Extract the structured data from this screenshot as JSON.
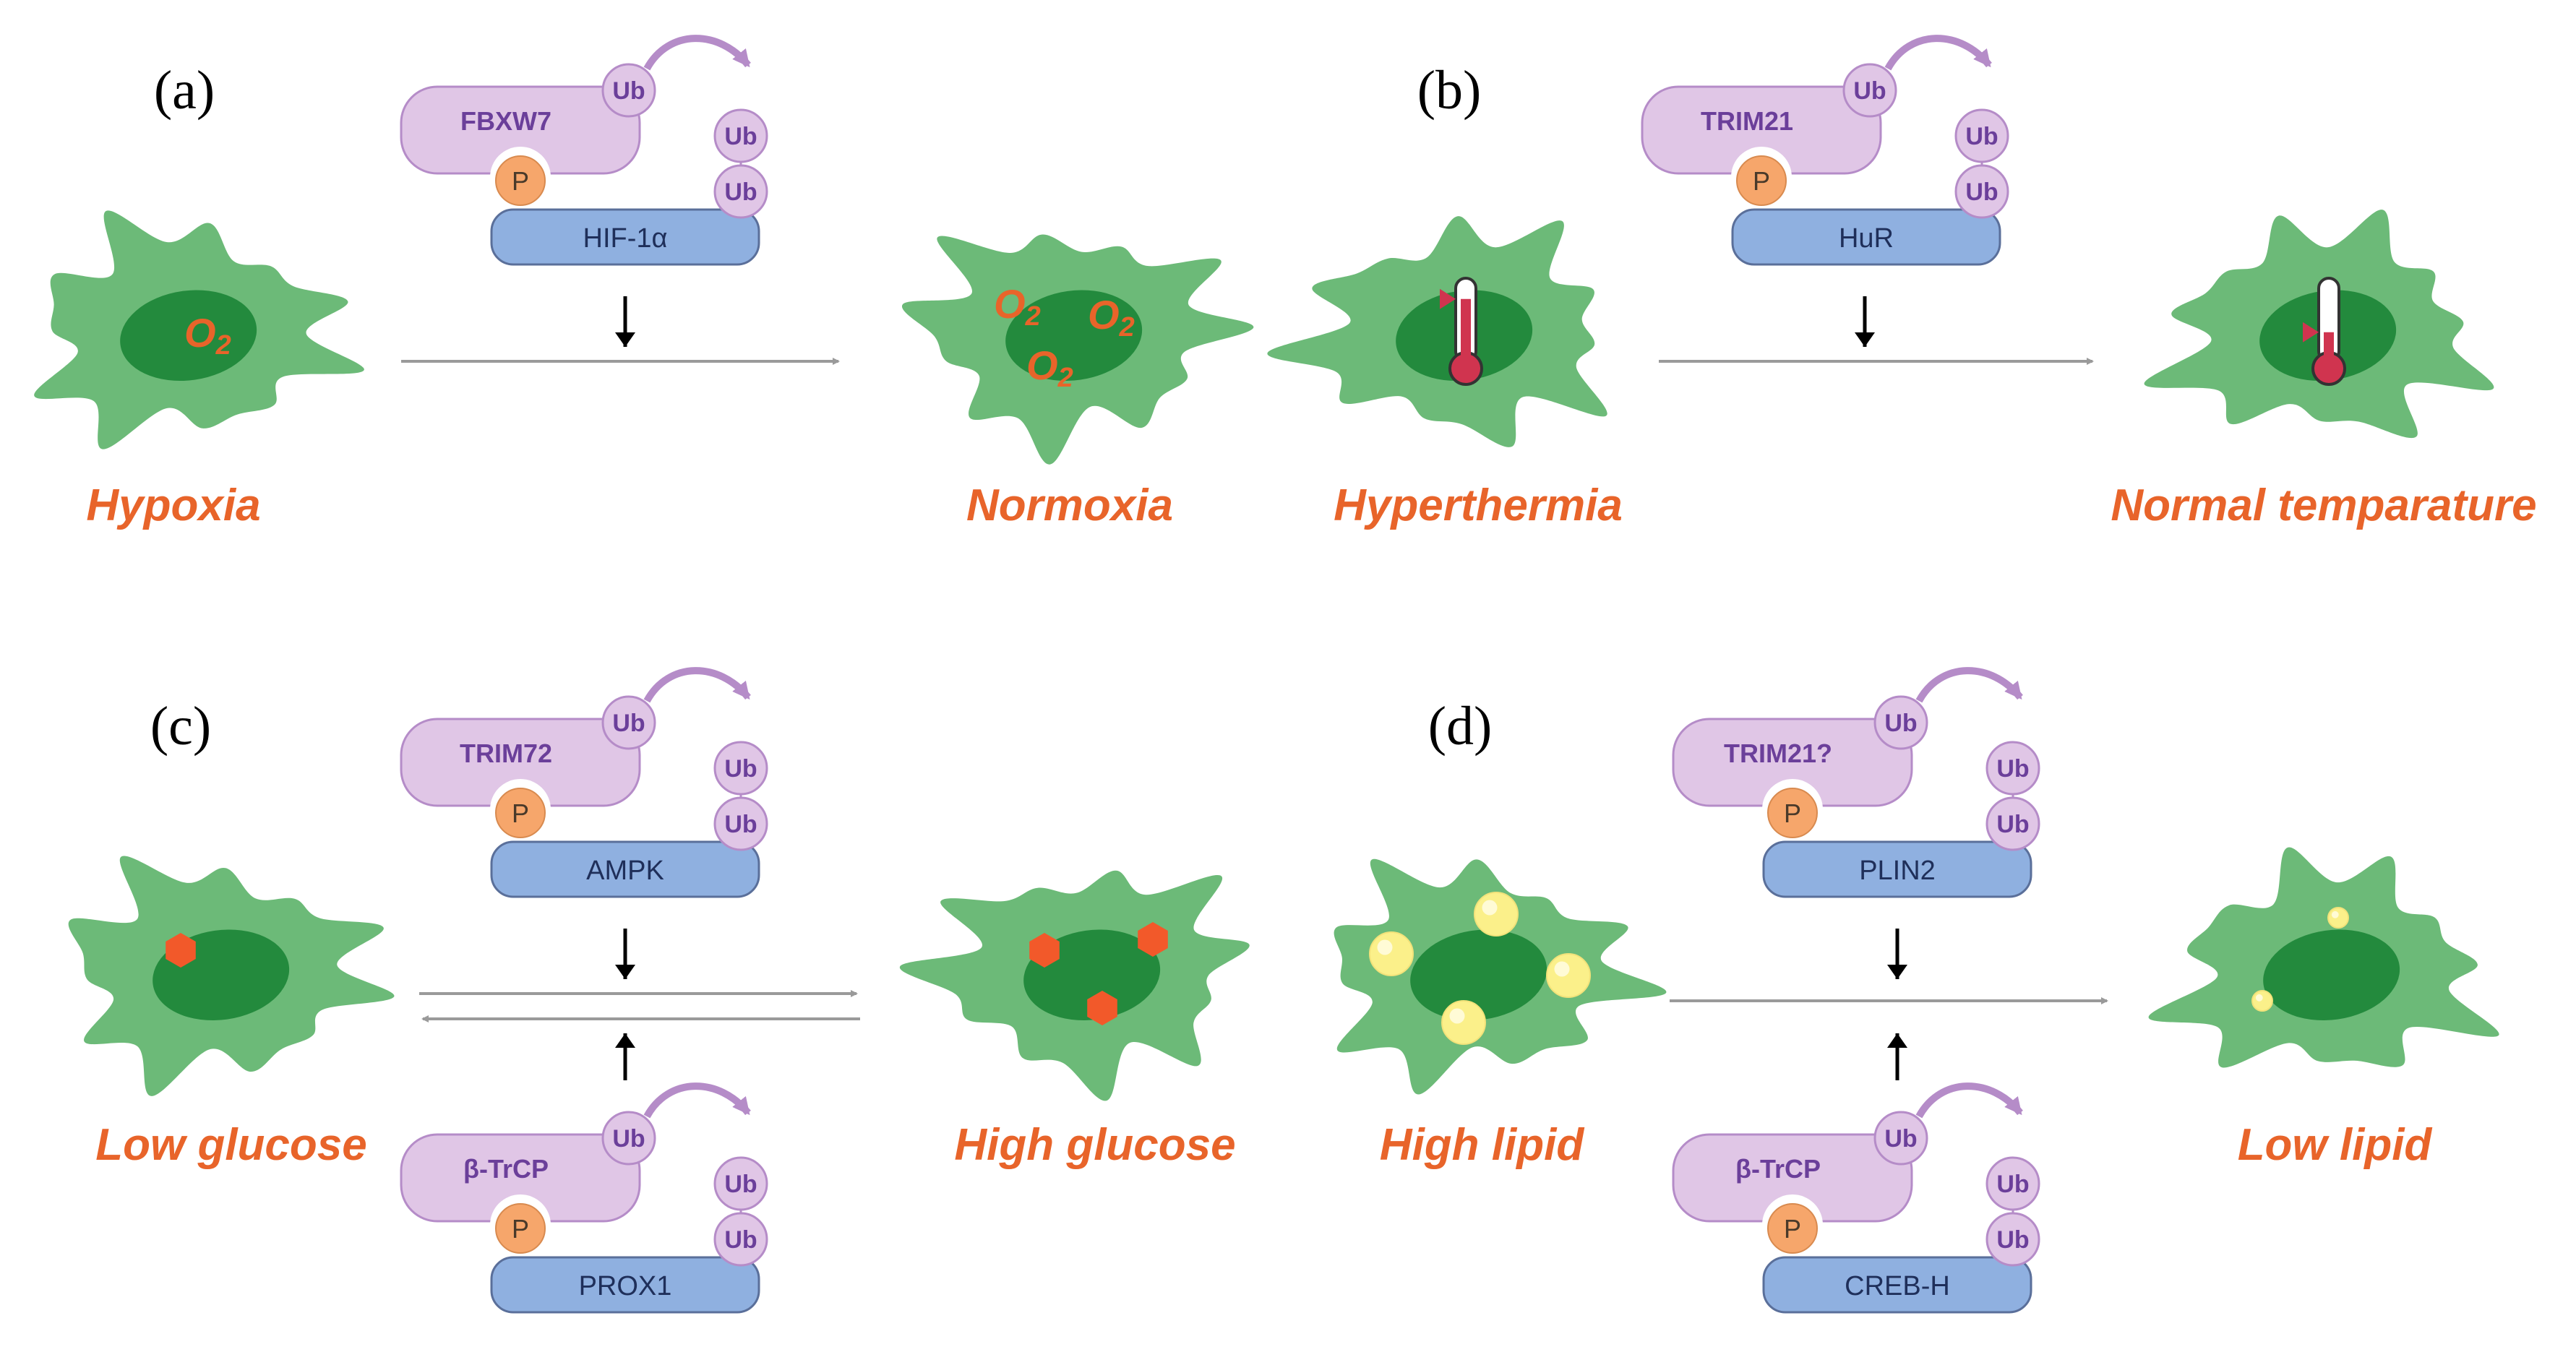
{
  "colors": {
    "cell": "#6cba78",
    "nucleus": "#238a3d",
    "e3_fill": "#e0c6e6",
    "e3_stroke": "#b58cc8",
    "ub_fill": "#e0c6e6",
    "p_fill": "#f6a66b",
    "substrate_fill": "#8fb0e0",
    "substrate_stroke": "#5a6f9a",
    "condition_text": "#e8642a",
    "lipid": "#fbf08a",
    "glucose": "#f2592a",
    "thermo": "#d0344f"
  },
  "panels": [
    {
      "label": "(a)",
      "left_condition": "Hypoxia",
      "right_condition": "Normoxia",
      "oxygen_label": "O",
      "oxygen_sub": "2",
      "top_complex": {
        "e3": "FBXW7",
        "ub": "Ub",
        "p": "P",
        "substrate": "HIF-1α"
      }
    },
    {
      "label": "(b)",
      "left_condition": "Hyperthermia",
      "right_condition": "Normal temparature",
      "top_complex": {
        "e3": "TRIM21",
        "ub": "Ub",
        "p": "P",
        "substrate": "HuR"
      }
    },
    {
      "label": "(c)",
      "left_condition": "Low glucose",
      "right_condition": "High glucose",
      "top_complex": {
        "e3": "TRIM72",
        "ub": "Ub",
        "p": "P",
        "substrate": "AMPK"
      },
      "bottom_complex": {
        "e3": "β-TrCP",
        "ub": "Ub",
        "p": "P",
        "substrate": "PROX1"
      }
    },
    {
      "label": "(d)",
      "left_condition": "High lipid",
      "right_condition": "Low lipid",
      "top_complex": {
        "e3": "TRIM21?",
        "ub": "Ub",
        "p": "P",
        "substrate": "PLIN2"
      },
      "bottom_complex": {
        "e3": "β-TrCP",
        "ub": "Ub",
        "p": "P",
        "substrate": "CREB-H"
      }
    }
  ]
}
